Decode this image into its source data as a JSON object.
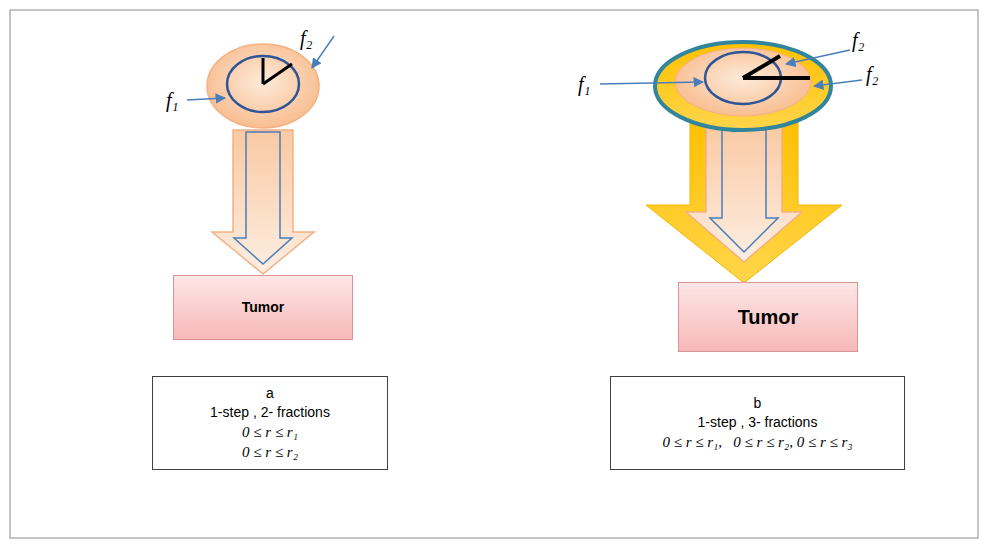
{
  "diagram": {
    "nodes": [
      {
        "text": [
          "Tumor"
        ]
      },
      {
        "text": [
          "a",
          "1-step , 2- fractions",
          "0 ≤ r ≤ r₁",
          "0 ≤ r ≤ r₂"
        ]
      },
      {
        "text": [
          "Tumor"
        ]
      },
      {
        "text": [
          "b",
          "1-step , 3- fractions",
          "0 ≤ r ≤ r₁,   0 ≤ r ≤ r₂, 0 ≤ r ≤ r₃"
        ]
      }
    ],
    "labels": [
      "f₁",
      "f₂",
      "f₂",
      "f₁",
      "f₂"
    ]
  }
}
